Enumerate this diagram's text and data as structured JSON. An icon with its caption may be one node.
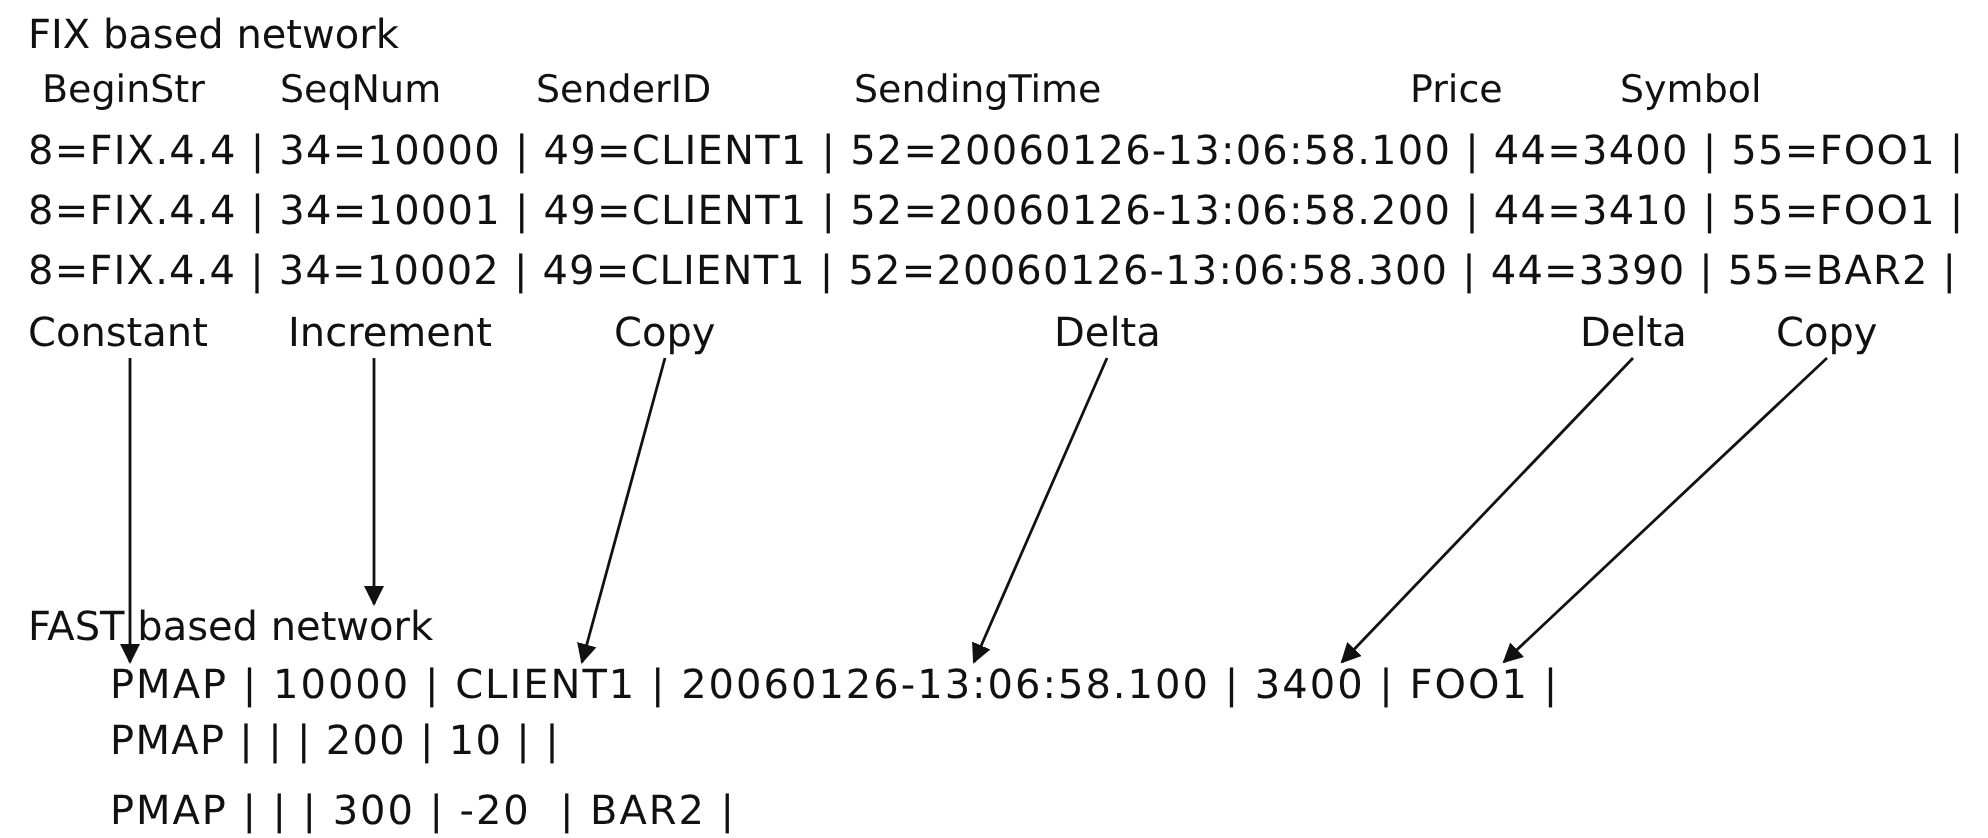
{
  "diagram": {
    "nodes": [
      {
        "text": [
          "Constant"
        ]
      },
      {
        "text": [
          "Increment"
        ]
      },
      {
        "text": [
          "Copy"
        ]
      },
      {
        "text": [
          "Delta"
        ]
      },
      {
        "text": [
          "Delta"
        ]
      },
      {
        "text": [
          "Copy"
        ]
      },
      {
        "text": [
          "FAST based network"
        ]
      },
      {
        "text": [
          "PMAP | 10000 | CLIENT1 | 20060126-13:06:58.100 | 3400 | FOO1 |"
        ]
      }
    ],
    "edges": [
      {
        "from": 0,
        "to": 7,
        "arrow": "to"
      },
      {
        "from": 1,
        "to": 6,
        "arrow": "to"
      },
      {
        "from": 2,
        "to": 7,
        "arrow": "to"
      },
      {
        "from": 3,
        "to": 7,
        "arrow": "to"
      },
      {
        "from": 4,
        "to": 7,
        "arrow": "to"
      },
      {
        "from": 5,
        "to": 7,
        "arrow": "to"
      }
    ],
    "labels": [
      "FIX based network",
      "BeginStr",
      "SeqNum",
      "SenderID",
      "SendingTime",
      "Price",
      "Symbol",
      "8=FIX.4.4 | 34=10000 | 49=CLIENT1 | 52=20060126-13:06:58.100 | 44=3400 | 55=FOO1 |",
      "8=FIX.4.4 | 34=10001 | 49=CLIENT1 | 52=20060126-13:06:58.200 | 44=3410 | 55=FOO1 |",
      "8=FIX.4.4 | 34=10002 | 49=CLIENT1 | 52=20060126-13:06:58.300 | 44=3390 | 55=BAR2 |",
      "PMAP | | | 200 | 10 | |",
      "PMAP | | | 300 | -20  | BAR2 |"
    ]
  }
}
